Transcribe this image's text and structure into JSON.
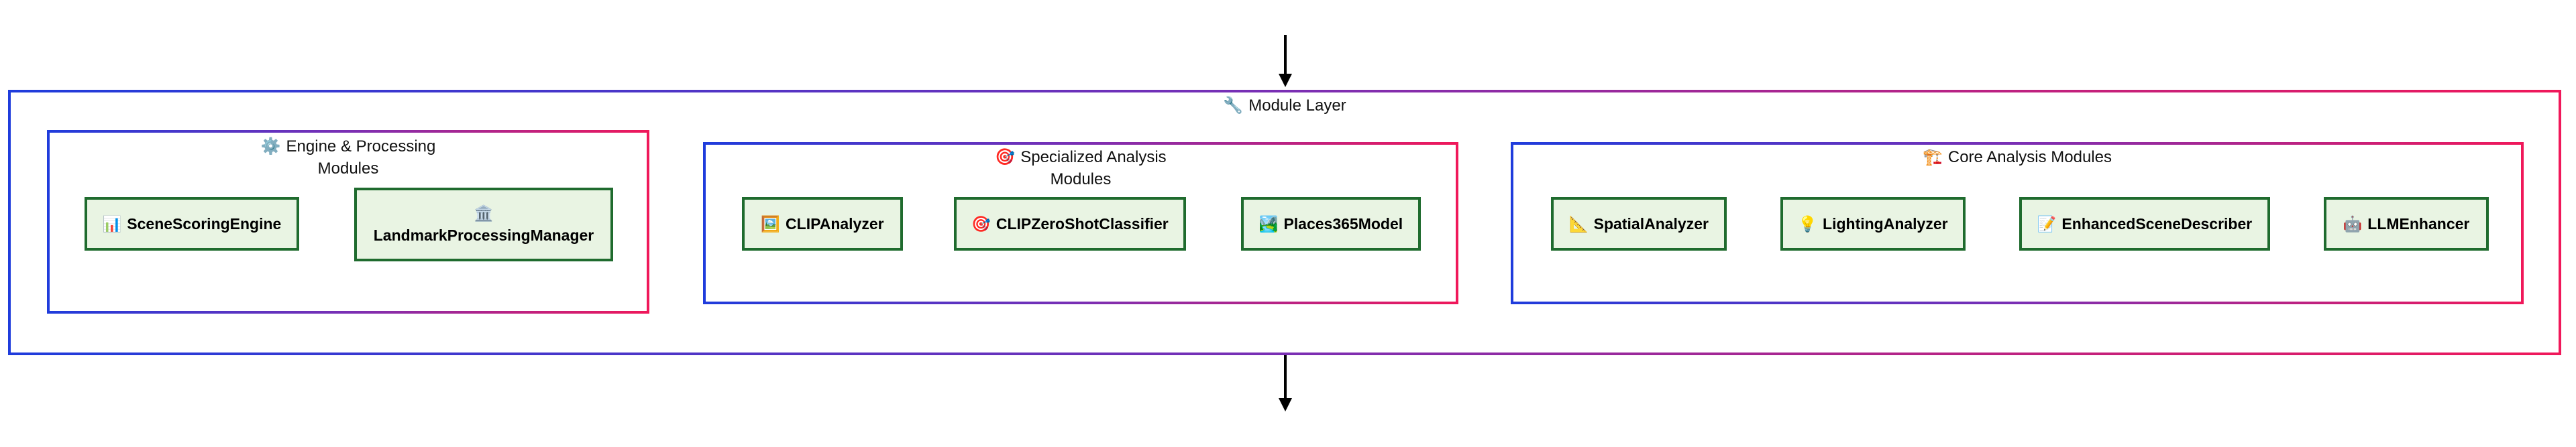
{
  "layer": {
    "icon": "🔧",
    "title": "Module Layer"
  },
  "groups": [
    {
      "icon": "⚙️",
      "title_line1": "Engine & Processing",
      "title_line2": "Modules",
      "modules": [
        {
          "icon": "📊",
          "label": "SceneScoringEngine"
        },
        {
          "icon": "🏛️",
          "label": "LandmarkProcessingManager"
        }
      ]
    },
    {
      "icon": "🎯",
      "title_line1": "Specialized Analysis",
      "title_line2": "Modules",
      "modules": [
        {
          "icon": "🖼️",
          "label": "CLIPAnalyzer"
        },
        {
          "icon": "🎯",
          "label": "CLIPZeroShotClassifier"
        },
        {
          "icon": "🏞️",
          "label": "Places365Model"
        }
      ]
    },
    {
      "icon": "🏗️",
      "title_line1": "Core Analysis Modules",
      "modules": [
        {
          "icon": "📐",
          "label": "SpatialAnalyzer"
        },
        {
          "icon": "💡",
          "label": "LightingAnalyzer"
        },
        {
          "icon": "📝",
          "label": "EnhancedSceneDescriber"
        },
        {
          "icon": "🤖",
          "label": "LLMEnhancer"
        }
      ]
    }
  ],
  "colors": {
    "border_gradient_start": "#1f3cdc",
    "border_gradient_end": "#f0185a",
    "module_fill": "#e9f4e3",
    "module_border": "#1f6b2e",
    "arrow": "#000000"
  }
}
